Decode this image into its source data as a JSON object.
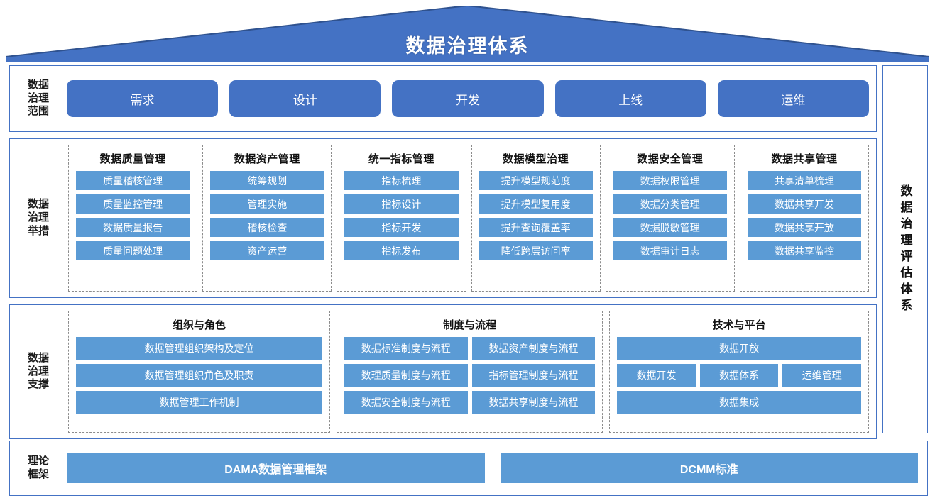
{
  "title": "数据治理体系",
  "scope": {
    "label": "数据\n治理\n范围",
    "items": [
      {
        "label": "需求"
      },
      {
        "label": "设计"
      },
      {
        "label": "开发"
      },
      {
        "label": "上线"
      },
      {
        "label": "运维"
      }
    ]
  },
  "measures": {
    "label": "数据\n治理\n举措",
    "columns": [
      {
        "title": "数据质量管理",
        "items": [
          "质量稽核管理",
          "质量监控管理",
          "数据质量报告",
          "质量问题处理"
        ]
      },
      {
        "title": "数据资产管理",
        "items": [
          "统筹规划",
          "管理实施",
          "稽核检查",
          "资产运营"
        ]
      },
      {
        "title": "统一指标管理",
        "items": [
          "指标梳理",
          "指标设计",
          "指标开发",
          "指标发布"
        ]
      },
      {
        "title": "数据模型治理",
        "items": [
          "提升模型规范度",
          "提升模型复用度",
          "提升查询覆盖率",
          "降低跨层访问率"
        ]
      },
      {
        "title": "数据安全管理",
        "items": [
          "数据权限管理",
          "数据分类管理",
          "数据脱敏管理",
          "数据审计日志"
        ]
      },
      {
        "title": "数据共享管理",
        "items": [
          "共享清单梳理",
          "数据共享开发",
          "数据共享开放",
          "数据共享监控"
        ]
      }
    ]
  },
  "support": {
    "label": "数据\n治理\n支撑",
    "org": {
      "title": "组织与角色",
      "items": [
        "数据管理组织架构及定位",
        "数据管理组织角色及职责",
        "数据管理工作机制"
      ]
    },
    "process": {
      "title": "制度与流程",
      "rows": [
        [
          "数据标准制度与流程",
          "数据资产制度与流程"
        ],
        [
          "数理质量制度与流程",
          "指标管理制度与流程"
        ],
        [
          "数据安全制度与流程",
          "数据共享制度与流程"
        ]
      ]
    },
    "tech": {
      "title": "技术与平台",
      "top": "数据开放",
      "middle": [
        "数据开发",
        "数据体系",
        "运维管理"
      ],
      "bottom": "数据集成"
    }
  },
  "theory": {
    "label": "理论\n框架",
    "items": [
      "DAMA数据管理框架",
      "DCMM标准"
    ]
  },
  "evaluation": {
    "label": "数据治理评估体系"
  },
  "colors": {
    "roof_fill": "#4472C4",
    "roof_stroke": "#2F528F",
    "band_border": "#4472C4",
    "scope_item": "#4472C4",
    "inner_item": "#5B9BD5",
    "dashed_border": "#8C8C8C",
    "text_light": "#FFFFFF",
    "text_dark": "#111111"
  }
}
